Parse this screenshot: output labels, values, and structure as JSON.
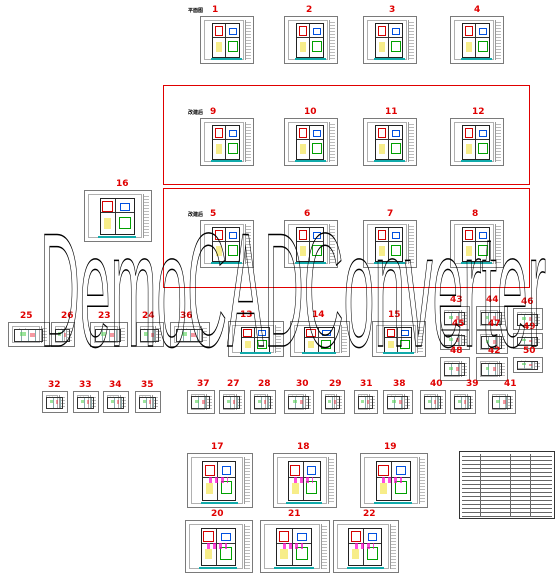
{
  "app": {
    "title": "DemoCADConverter"
  },
  "watermark": {
    "text": "DemoCADConverter"
  },
  "groups": [
    {
      "id": "g1",
      "label": "改建后"
    },
    {
      "id": "g2",
      "label": ""
    }
  ],
  "sheets": [
    {
      "num": "1",
      "kind": "plan",
      "label": "平面图"
    },
    {
      "num": "2",
      "kind": "plan",
      "label": ""
    },
    {
      "num": "3",
      "kind": "plan",
      "label": ""
    },
    {
      "num": "4",
      "kind": "plan",
      "label": ""
    },
    {
      "num": "9",
      "kind": "plan",
      "label": "改建后"
    },
    {
      "num": "10",
      "kind": "plan",
      "label": ""
    },
    {
      "num": "11",
      "kind": "plan",
      "label": ""
    },
    {
      "num": "12",
      "kind": "plan",
      "label": ""
    },
    {
      "num": "5",
      "kind": "plan",
      "label": "改建后"
    },
    {
      "num": "6",
      "kind": "plan",
      "label": ""
    },
    {
      "num": "7",
      "kind": "plan",
      "label": ""
    },
    {
      "num": "8",
      "kind": "plan",
      "label": ""
    },
    {
      "num": "16",
      "kind": "plan",
      "label": ""
    },
    {
      "num": "25",
      "kind": "elev",
      "label": ""
    },
    {
      "num": "26",
      "kind": "elev",
      "label": ""
    },
    {
      "num": "23",
      "kind": "elev",
      "label": ""
    },
    {
      "num": "24",
      "kind": "elev",
      "label": ""
    },
    {
      "num": "36",
      "kind": "elev",
      "label": ""
    },
    {
      "num": "13",
      "kind": "plan",
      "label": ""
    },
    {
      "num": "14",
      "kind": "plan",
      "label": ""
    },
    {
      "num": "15",
      "kind": "plan",
      "label": ""
    },
    {
      "num": "43",
      "kind": "elev",
      "label": ""
    },
    {
      "num": "44",
      "kind": "elev",
      "label": ""
    },
    {
      "num": "46",
      "kind": "elev",
      "label": ""
    },
    {
      "num": "45",
      "kind": "elev",
      "label": ""
    },
    {
      "num": "47",
      "kind": "elev",
      "label": ""
    },
    {
      "num": "49",
      "kind": "elev",
      "label": ""
    },
    {
      "num": "48",
      "kind": "elev",
      "label": ""
    },
    {
      "num": "42",
      "kind": "elev",
      "label": ""
    },
    {
      "num": "50",
      "kind": "elev",
      "label": ""
    },
    {
      "num": "32",
      "kind": "elev",
      "label": ""
    },
    {
      "num": "33",
      "kind": "elev",
      "label": ""
    },
    {
      "num": "34",
      "kind": "elev",
      "label": ""
    },
    {
      "num": "35",
      "kind": "elev",
      "label": ""
    },
    {
      "num": "37",
      "kind": "elev",
      "label": ""
    },
    {
      "num": "27",
      "kind": "elev",
      "label": ""
    },
    {
      "num": "28",
      "kind": "elev",
      "label": ""
    },
    {
      "num": "30",
      "kind": "elev",
      "label": ""
    },
    {
      "num": "29",
      "kind": "elev",
      "label": ""
    },
    {
      "num": "31",
      "kind": "elev",
      "label": ""
    },
    {
      "num": "38",
      "kind": "elev",
      "label": ""
    },
    {
      "num": "40",
      "kind": "elev",
      "label": ""
    },
    {
      "num": "39",
      "kind": "elev",
      "label": ""
    },
    {
      "num": "41",
      "kind": "elev",
      "label": ""
    },
    {
      "num": "17",
      "kind": "plan",
      "label": ""
    },
    {
      "num": "18",
      "kind": "plan",
      "label": ""
    },
    {
      "num": "19",
      "kind": "plan",
      "label": ""
    },
    {
      "num": "20",
      "kind": "plan",
      "label": ""
    },
    {
      "num": "21",
      "kind": "plan",
      "label": ""
    },
    {
      "num": "22",
      "kind": "plan",
      "label": ""
    }
  ],
  "colors": {
    "accent": "#e00000",
    "frame": "#7a7a7a",
    "wall": "#222222",
    "highlight_yellow": "#f3e34a",
    "highlight_magenta": "#ff00cc",
    "highlight_green": "#00a000"
  }
}
